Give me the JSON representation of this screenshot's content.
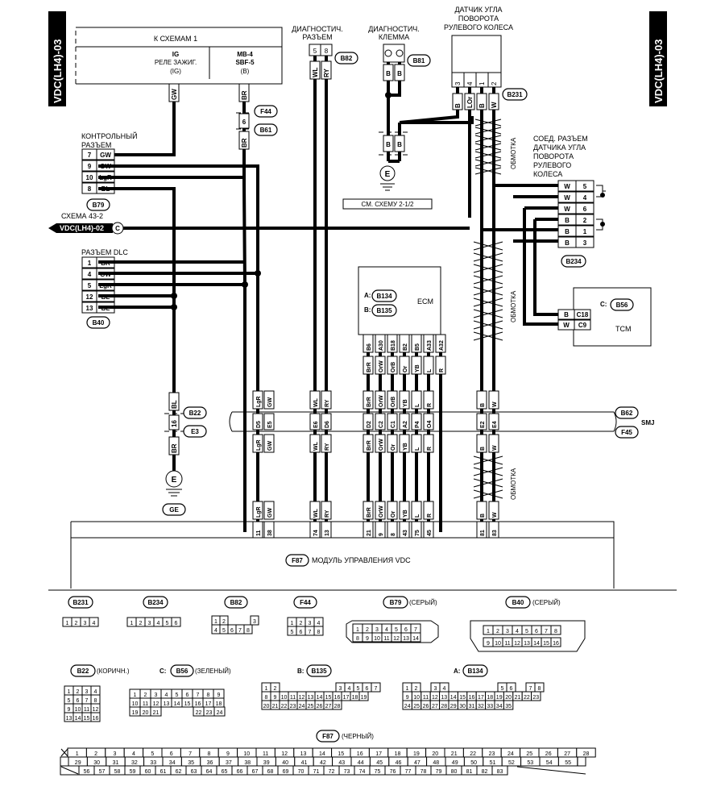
{
  "side_tags": {
    "left": "VDC(LH4)-03",
    "right": "VDC(LH4)-03"
  },
  "top_box": {
    "title": "К СХЕМАМ 1",
    "ig_lines": [
      "IG",
      "РЕЛЕ ЗАЖИГ.",
      "(IG)"
    ],
    "b_lines": [
      "MB-4",
      "SBF-5",
      "(B)"
    ]
  },
  "diag_connector": {
    "label": [
      "ДИАГНОСТИЧ.",
      "РАЗЪЕМ"
    ],
    "id": "B82",
    "pins": [
      "5",
      "8"
    ],
    "wires": [
      "WL",
      "RY"
    ]
  },
  "diag_terminal": {
    "label": [
      "ДИАГНОСТИЧ.",
      "КЛЕММА"
    ],
    "id": "B81",
    "wires": [
      "B",
      "B"
    ]
  },
  "steering_sensor": {
    "label": [
      "ДАТЧИК УГЛА",
      "ПОВОРОТА",
      "РУЛЕВОГО КОЛЕСА"
    ],
    "id": "B231",
    "pins": [
      "3",
      "4",
      "1",
      "2"
    ],
    "wires": [
      "B",
      "LOr",
      "B",
      "W"
    ]
  },
  "ground_a": {
    "wires": [
      "B",
      "B"
    ],
    "letter": "E",
    "note": "СМ. СХЕМУ 2-1/2"
  },
  "shield_label": "ОБМОТКА",
  "control_connector": {
    "label": [
      "КОНТРОЛЬНЫЙ",
      "РАЗЪЕМ"
    ],
    "id": "B79",
    "rows": [
      {
        "pin": "7",
        "wire": "GW"
      },
      {
        "pin": "9",
        "wire": "GW"
      },
      {
        "pin": "10",
        "wire": "LgR"
      },
      {
        "pin": "8",
        "wire": "BL"
      }
    ]
  },
  "f44": {
    "id": "F44",
    "pin": "6",
    "id2": "B61",
    "wires": [
      "BR",
      "BR"
    ],
    "top_wire": "GW"
  },
  "scheme_ref": {
    "lines": [
      "СХЕМА 43-2",
      "VDC(LH4)-02"
    ],
    "letter": "C"
  },
  "sensor_connector": {
    "label": [
      "СОЕД. РАЗЪЕМ",
      "ДАТЧИКА УГЛА",
      "ПОВОРОТА",
      "РУЛЕВОГО",
      "КОЛЕСА"
    ],
    "id": "B234",
    "rows": [
      {
        "wire": "W",
        "pin": "5"
      },
      {
        "wire": "W",
        "pin": "4"
      },
      {
        "wire": "W",
        "pin": "6"
      },
      {
        "wire": "B",
        "pin": "2"
      },
      {
        "wire": "B",
        "pin": "1"
      },
      {
        "wire": "B",
        "pin": "3"
      }
    ]
  },
  "dlc": {
    "label": "РАЗЪЕМ DLC",
    "id": "B40",
    "rows": [
      {
        "pin": "1",
        "wire": "BR"
      },
      {
        "pin": "4",
        "wire": "GW"
      },
      {
        "pin": "5",
        "wire": "LgR"
      },
      {
        "pin": "12",
        "wire": "BL"
      },
      {
        "pin": "13",
        "wire": "BL"
      }
    ]
  },
  "ecm": {
    "title": "ECM",
    "id_a": "B134",
    "id_b": "B135",
    "prefix_a": "A:",
    "prefix_b": "B:",
    "pins": [
      "B6",
      "A30",
      "B18",
      "B2",
      "B5",
      "A33",
      "A32"
    ],
    "wires": [
      "BrR",
      "OrW",
      "OrB",
      "Or",
      "YB",
      "L",
      "R"
    ]
  },
  "tcm": {
    "title": "TCM",
    "prefix": "C:",
    "id": "B56",
    "rows": [
      {
        "wire": "B",
        "pin": "C18"
      },
      {
        "wire": "W",
        "pin": "C9"
      }
    ]
  },
  "smj": {
    "label": "SMJ",
    "id_top": "B62",
    "id_bottom": "F45",
    "top_wires": [
      "LgR",
      "GW",
      "WL",
      "RY",
      "BrR",
      "OrW",
      "OrB",
      "YB",
      "L",
      "R",
      "B",
      "W"
    ],
    "pins": [
      "D5",
      "E5",
      "E6",
      "D6",
      "D2",
      "C2",
      "C1",
      "A2",
      "P4",
      "O4",
      "E2",
      "E4"
    ],
    "bottom_wires": [
      "LgR",
      "GW",
      "WL",
      "RY",
      "BrR",
      "OrW",
      "Or",
      "YB",
      "L",
      "R",
      "B",
      "W"
    ]
  },
  "b22": {
    "top_wire": "BL",
    "pin": "16",
    "id": "B22",
    "id2": "E3",
    "bottom_wire": "BR",
    "letter": "E",
    "ground_id": "GE"
  },
  "vdc_module": {
    "id": "F87",
    "title": "МОДУЛЬ УПРАВЛЕНИЯ VDC",
    "wires": [
      "LgR",
      "GW",
      "WL",
      "RY",
      "BrR",
      "OrW",
      "Or",
      "YB",
      "L",
      "R",
      "B",
      "W"
    ],
    "pins": [
      "11",
      "38",
      "74",
      "13",
      "21",
      "9",
      "8",
      "43",
      "75",
      "45",
      "81",
      "83"
    ]
  },
  "connector_views": {
    "b231": {
      "id": "B231",
      "pins": [
        "1",
        "2",
        "3",
        "4"
      ]
    },
    "b234": {
      "id": "B234",
      "pins": [
        "1",
        "2",
        "3",
        "4",
        "5",
        "6"
      ]
    },
    "b82": {
      "id": "B82",
      "row1": [
        "1",
        "2",
        "3"
      ],
      "row2": [
        "4",
        "5",
        "6",
        "7",
        "8"
      ]
    },
    "f44": {
      "id": "F44",
      "row1": [
        "1",
        "2",
        "3",
        "4"
      ],
      "row2": [
        "5",
        "6",
        "7",
        "8"
      ]
    },
    "b79": {
      "id": "B79",
      "suffix": "(СЕРЫЙ)",
      "row1": [
        "1",
        "2",
        "3",
        "4",
        "5",
        "6",
        "7"
      ],
      "row2": [
        "8",
        "9",
        "10",
        "11",
        "12",
        "13",
        "14"
      ]
    },
    "b40": {
      "id": "B40",
      "suffix": "(СЕРЫЙ)",
      "row1": [
        "1",
        "2",
        "3",
        "4",
        "5",
        "6",
        "7",
        "8"
      ],
      "row2": [
        "9",
        "10",
        "11",
        "12",
        "13",
        "14",
        "15",
        "16"
      ]
    },
    "b22": {
      "id": "B22",
      "suffix": "(КОРИЧН.)",
      "rows": [
        [
          "1",
          "2",
          "3",
          "4"
        ],
        [
          "5",
          "6",
          "7",
          "8"
        ],
        [
          "9",
          "10",
          "11",
          "12"
        ],
        [
          "13",
          "14",
          "15",
          "16"
        ]
      ]
    },
    "b56": {
      "prefix": "C:",
      "id": "B56",
      "suffix": "(ЗЕЛЕНЫЙ)",
      "rows": [
        [
          "1",
          "2",
          "3",
          "4",
          "5",
          "6",
          "7",
          "8",
          "9"
        ],
        [
          "10",
          "11",
          "12",
          "13",
          "14",
          "15",
          "16",
          "17",
          "18"
        ],
        [
          "19",
          "20",
          "21",
          "22",
          "23",
          "24"
        ]
      ]
    },
    "b135": {
      "prefix": "B:",
      "id": "B135",
      "rows": [
        [
          "1",
          "2",
          "3",
          "4",
          "5",
          "6",
          "7"
        ],
        [
          "8",
          "9",
          "10",
          "11",
          "12",
          "13",
          "14",
          "15",
          "16",
          "17",
          "18",
          "19"
        ],
        [
          "20",
          "21",
          "22",
          "23",
          "24",
          "25",
          "26",
          "27",
          "28"
        ]
      ]
    },
    "b134": {
      "prefix": "A:",
      "id": "B134",
      "rows": [
        [
          "1",
          "2",
          "3",
          "4",
          "5",
          "6",
          "7",
          "8"
        ],
        [
          "9",
          "10",
          "11",
          "12",
          "13",
          "14",
          "15",
          "16",
          "17",
          "18",
          "19",
          "20",
          "21",
          "22",
          "23"
        ],
        [
          "24",
          "25",
          "26",
          "27",
          "28",
          "29",
          "30",
          "31",
          "32",
          "33",
          "34",
          "35"
        ]
      ]
    },
    "f87": {
      "id": "F87",
      "suffix": "(ЧЕРНЫЙ)",
      "row1": [
        "1",
        "2",
        "3",
        "4",
        "5",
        "6",
        "7",
        "8",
        "9",
        "10",
        "11",
        "12",
        "13",
        "14",
        "15",
        "16",
        "17",
        "18",
        "19",
        "20",
        "21",
        "22",
        "23",
        "24",
        "25",
        "26",
        "27",
        "28"
      ],
      "row2": [
        "29",
        "30",
        "31",
        "32",
        "33",
        "34",
        "35",
        "36",
        "37",
        "38",
        "39",
        "40",
        "41",
        "42",
        "43",
        "44",
        "45",
        "46",
        "47",
        "48",
        "49",
        "50",
        "51",
        "52",
        "53",
        "54",
        "55"
      ],
      "row3": [
        "56",
        "57",
        "58",
        "59",
        "60",
        "61",
        "62",
        "63",
        "64",
        "65",
        "66",
        "67",
        "68",
        "69",
        "70",
        "71",
        "72",
        "73",
        "74",
        "75",
        "76",
        "77",
        "78",
        "79",
        "80",
        "81",
        "82",
        "83"
      ]
    }
  }
}
